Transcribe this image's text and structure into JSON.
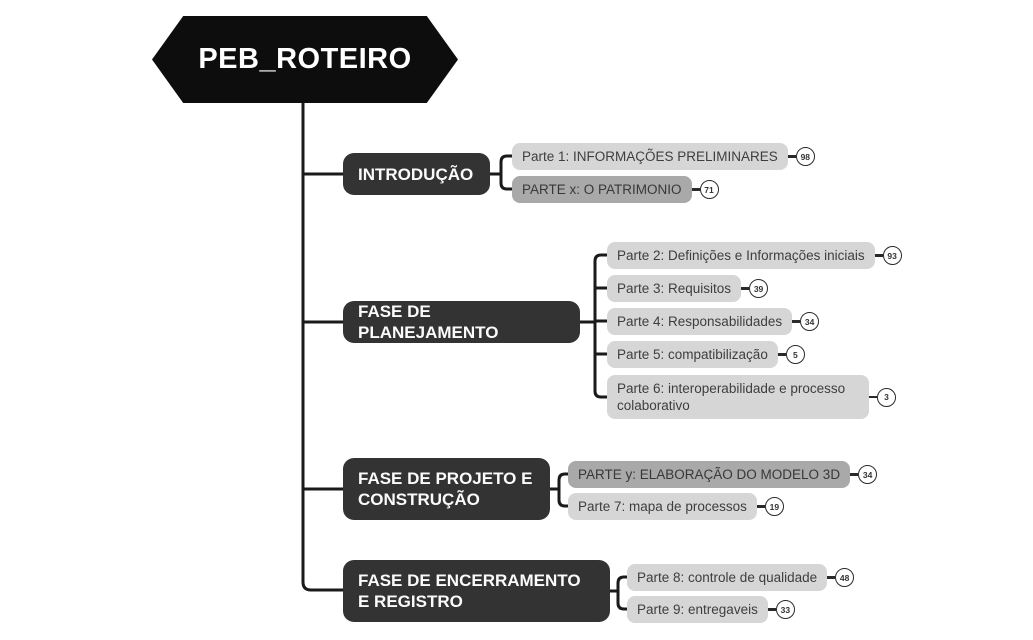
{
  "root": {
    "label": "PEB_ROTEIRO"
  },
  "branches": [
    {
      "label": "INTRODUÇÃO",
      "children": [
        {
          "label": "Parte 1: INFORMAÇÕES PRELIMINARES",
          "badge": "98",
          "variant": "light"
        },
        {
          "label": "PARTE x: O PATRIMONIO",
          "badge": "71",
          "variant": "dark"
        }
      ]
    },
    {
      "label": "FASE DE PLANEJAMENTO",
      "children": [
        {
          "label": "Parte 2: Definições e Informações iniciais",
          "badge": "93",
          "variant": "light"
        },
        {
          "label": "Parte 3: Requisitos",
          "badge": "39",
          "variant": "light"
        },
        {
          "label": "Parte 4: Responsabilidades",
          "badge": "34",
          "variant": "light"
        },
        {
          "label": "Parte 5: compatibilização",
          "badge": "5",
          "variant": "light"
        },
        {
          "label": "Parte 6: interoperabilidade e processo colaborativo",
          "badge": "3",
          "variant": "light"
        }
      ]
    },
    {
      "label": "FASE DE PROJETO E CONSTRUÇÃO",
      "children": [
        {
          "label": "PARTE y: ELABORAÇÃO DO MODELO 3D",
          "badge": "34",
          "variant": "dark"
        },
        {
          "label": "Parte 7: mapa de processos",
          "badge": "19",
          "variant": "light"
        }
      ]
    },
    {
      "label": "FASE DE ENCERRAMENTO E REGISTRO",
      "children": [
        {
          "label": "Parte 8: controle de qualidade",
          "badge": "48",
          "variant": "light"
        },
        {
          "label": "Parte 9: entregaveis",
          "badge": "33",
          "variant": "light"
        }
      ]
    }
  ],
  "colors": {
    "background": "#ffffff",
    "root_fill": "#0d0d0d",
    "branch_fill": "#333333",
    "child_light_fill": "#d6d6d6",
    "child_dark_fill": "#a9a9a9",
    "connector": "#1a1a1a",
    "badge_fill": "#ffffff",
    "badge_border": "#2a2a2a"
  }
}
